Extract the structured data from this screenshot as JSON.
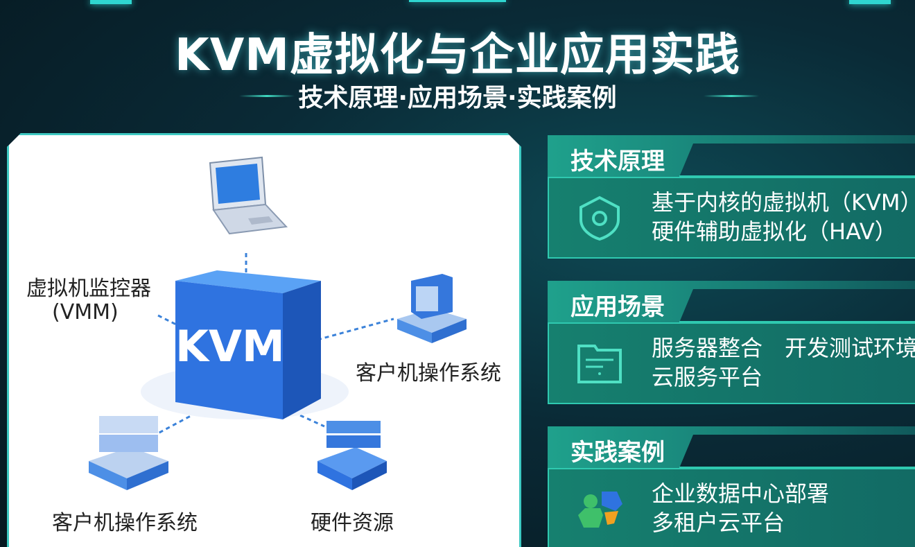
{
  "header": {
    "title": "KVM虚拟化与企业应用实践",
    "subtitle": "技术原理·应用场景·实践案例"
  },
  "diagram": {
    "center": "KVM",
    "labels": {
      "vmm_line1": "虚拟机监控器",
      "vmm_line2": "(VMM)",
      "guest_right": "客户机操作系统",
      "guest_bottom": "客户机操作系统",
      "hardware": "硬件资源"
    }
  },
  "sections": [
    {
      "title": "技术原理",
      "icon": "shield-icon",
      "lines": [
        "基于内核的虚拟机（KVM）",
        "硬件辅助虚拟化（HAV）"
      ]
    },
    {
      "title": "应用场景",
      "icon": "folder-icon",
      "lines": [
        "服务器整合　开发测试环境",
        "云服务平台"
      ]
    },
    {
      "title": "实践案例",
      "icon": "users-cube-icon",
      "lines": [
        "企业数据中心部署",
        "多租户云平台"
      ]
    }
  ],
  "colors": {
    "accent": "#2fc9b0",
    "kvm_blue": "#2f73e0",
    "background": "#0a2a36"
  }
}
